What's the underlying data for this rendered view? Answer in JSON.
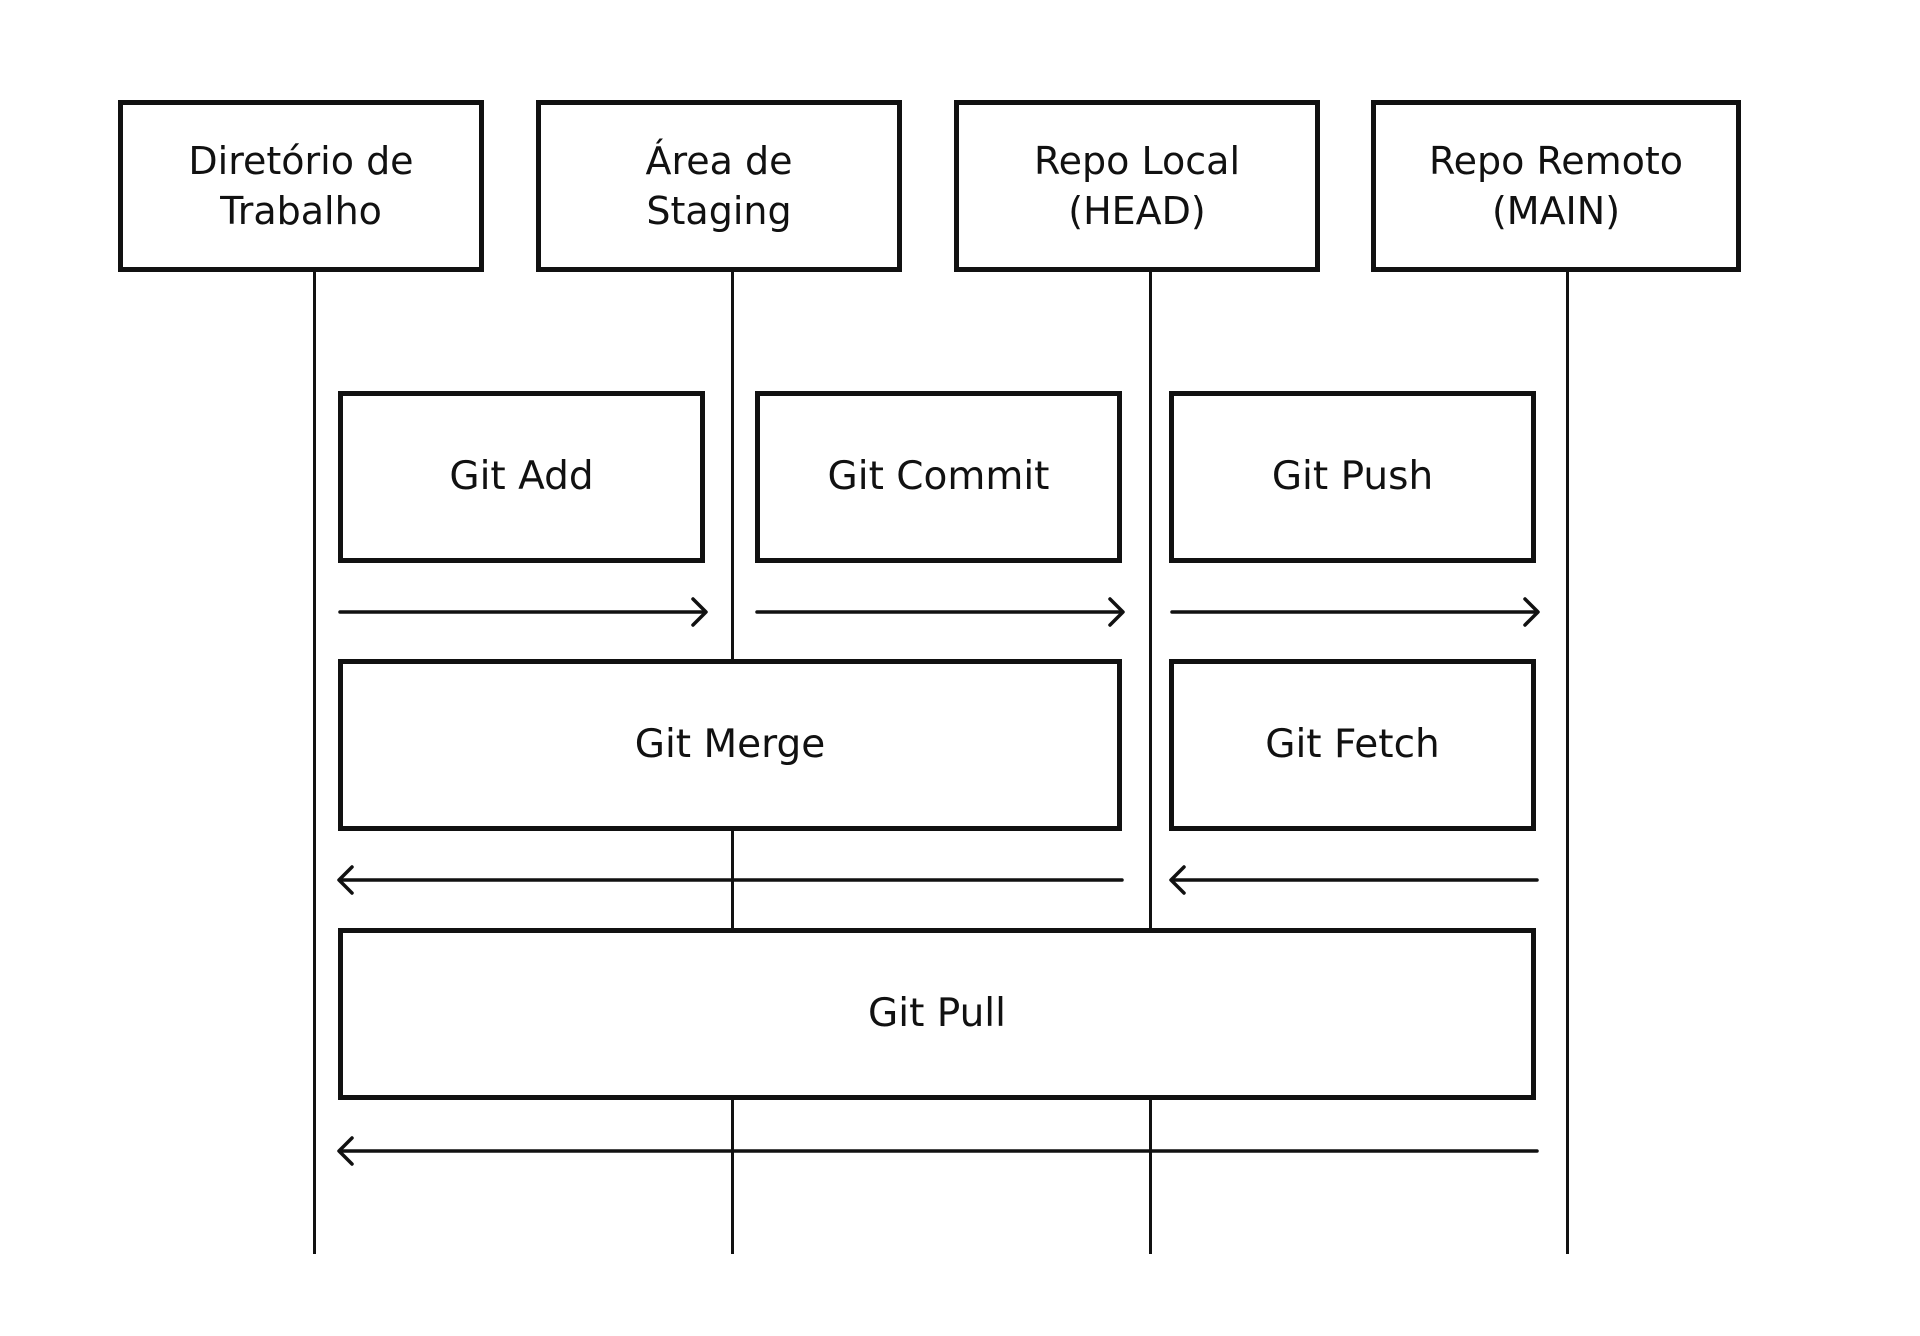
{
  "diagram": {
    "participants": [
      {
        "id": "working-dir",
        "line1": "Diretório de",
        "line2": "Trabalho"
      },
      {
        "id": "staging",
        "line1": "Área de",
        "line2": "Staging"
      },
      {
        "id": "local-repo",
        "line1": "Repo Local",
        "line2": "(HEAD)"
      },
      {
        "id": "remote-repo",
        "line1": "Repo Remoto",
        "line2": "(MAIN)"
      }
    ],
    "commands": {
      "add": "Git Add",
      "commit": "Git Commit",
      "push": "Git Push",
      "merge": "Git Merge",
      "fetch": "Git Fetch",
      "pull": "Git Pull"
    },
    "flows": [
      {
        "label": "Git Add",
        "from": "Diretório de Trabalho",
        "to": "Área de Staging"
      },
      {
        "label": "Git Commit",
        "from": "Área de Staging",
        "to": "Repo Local (HEAD)"
      },
      {
        "label": "Git Push",
        "from": "Repo Local (HEAD)",
        "to": "Repo Remoto (MAIN)"
      },
      {
        "label": "Git Merge",
        "from": "Repo Local (HEAD)",
        "to": "Diretório de Trabalho"
      },
      {
        "label": "Git Fetch",
        "from": "Repo Remoto (MAIN)",
        "to": "Repo Local (HEAD)"
      },
      {
        "label": "Git Pull",
        "from": "Repo Remoto (MAIN)",
        "to": "Diretório de Trabalho"
      }
    ],
    "colors": {
      "stroke": "#111111",
      "background": "#ffffff"
    }
  }
}
